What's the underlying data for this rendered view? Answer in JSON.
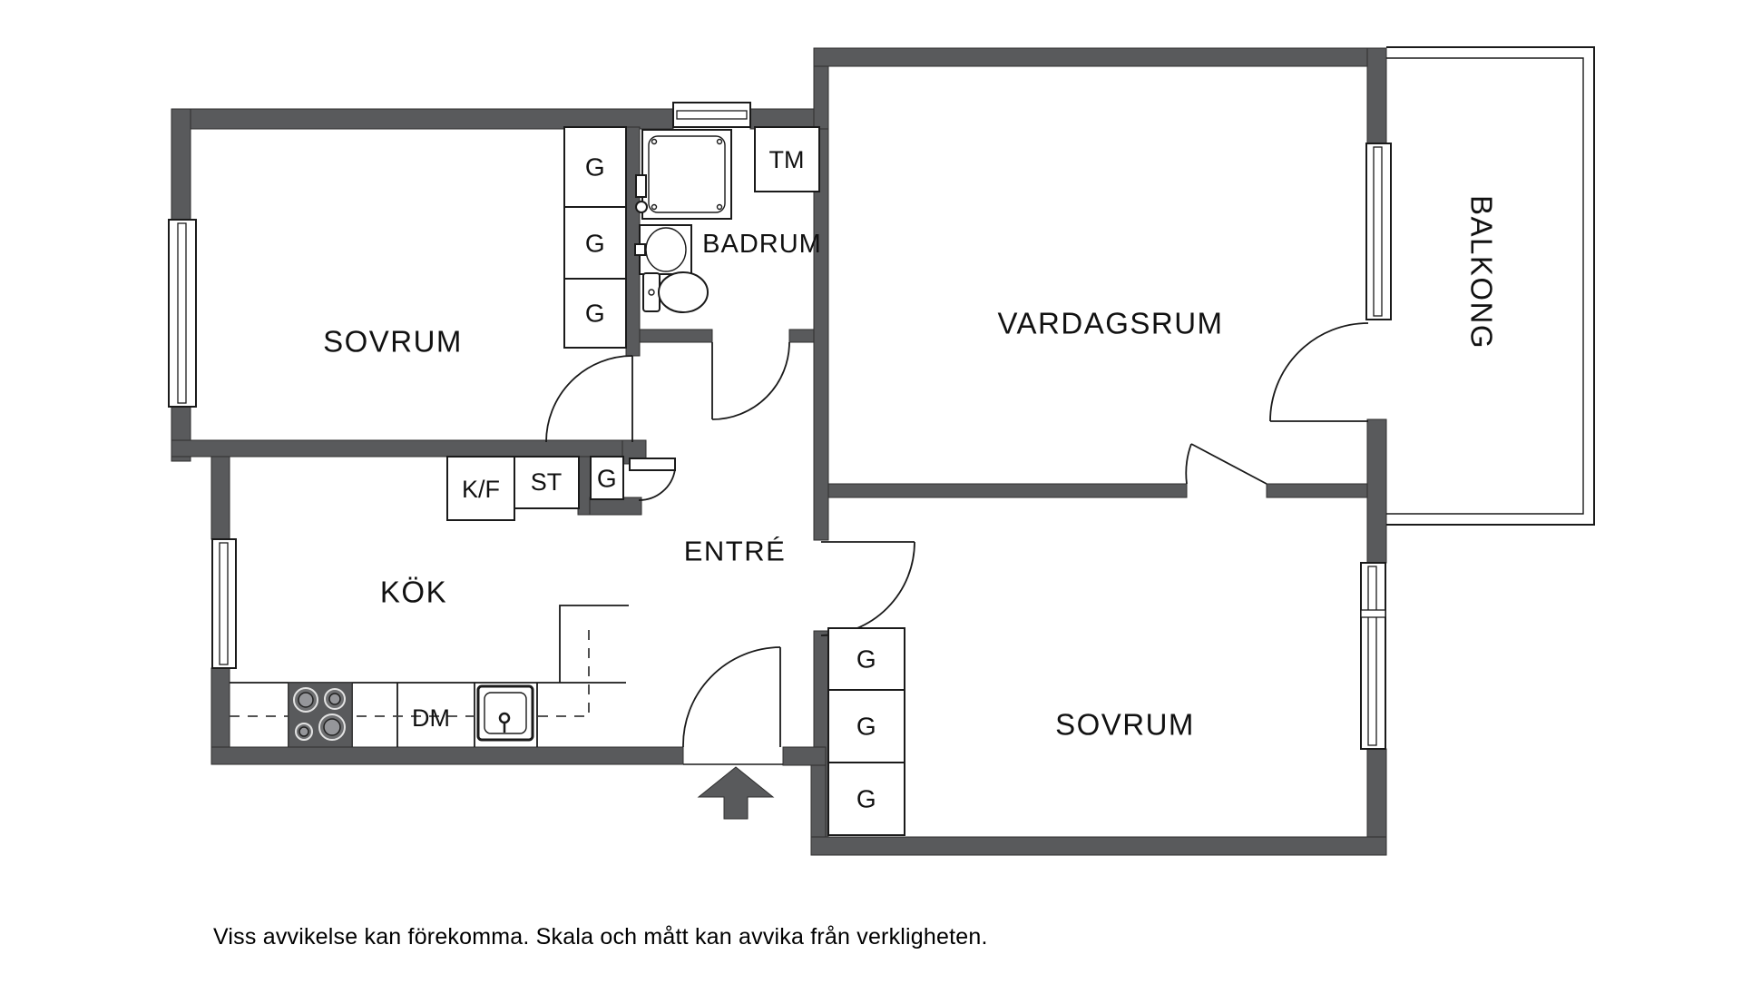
{
  "colors": {
    "wall": "#595a5c",
    "line": "#1a1a1a",
    "background": "#ffffff"
  },
  "rooms": {
    "bedroom1": {
      "label": "SOVRUM"
    },
    "bathroom": {
      "label": "BADRUM"
    },
    "living_room": {
      "label": "VARDAGSRUM"
    },
    "balcony": {
      "label": "BALKONG"
    },
    "entry": {
      "label": "ENTRÉ"
    },
    "kitchen": {
      "label": "KÖK"
    },
    "bedroom2": {
      "label": "SOVRUM"
    }
  },
  "fixtures": {
    "wardrobe_label": "G",
    "washing_machine_label": "TM",
    "fridge_freezer_label": "K/F",
    "cleaning_cabinet_label": "ST",
    "dishwasher_label": "DM"
  },
  "footer": {
    "disclaimer": "Viss avvikelse kan förekomma. Skala och mått kan avvika från verkligheten."
  }
}
